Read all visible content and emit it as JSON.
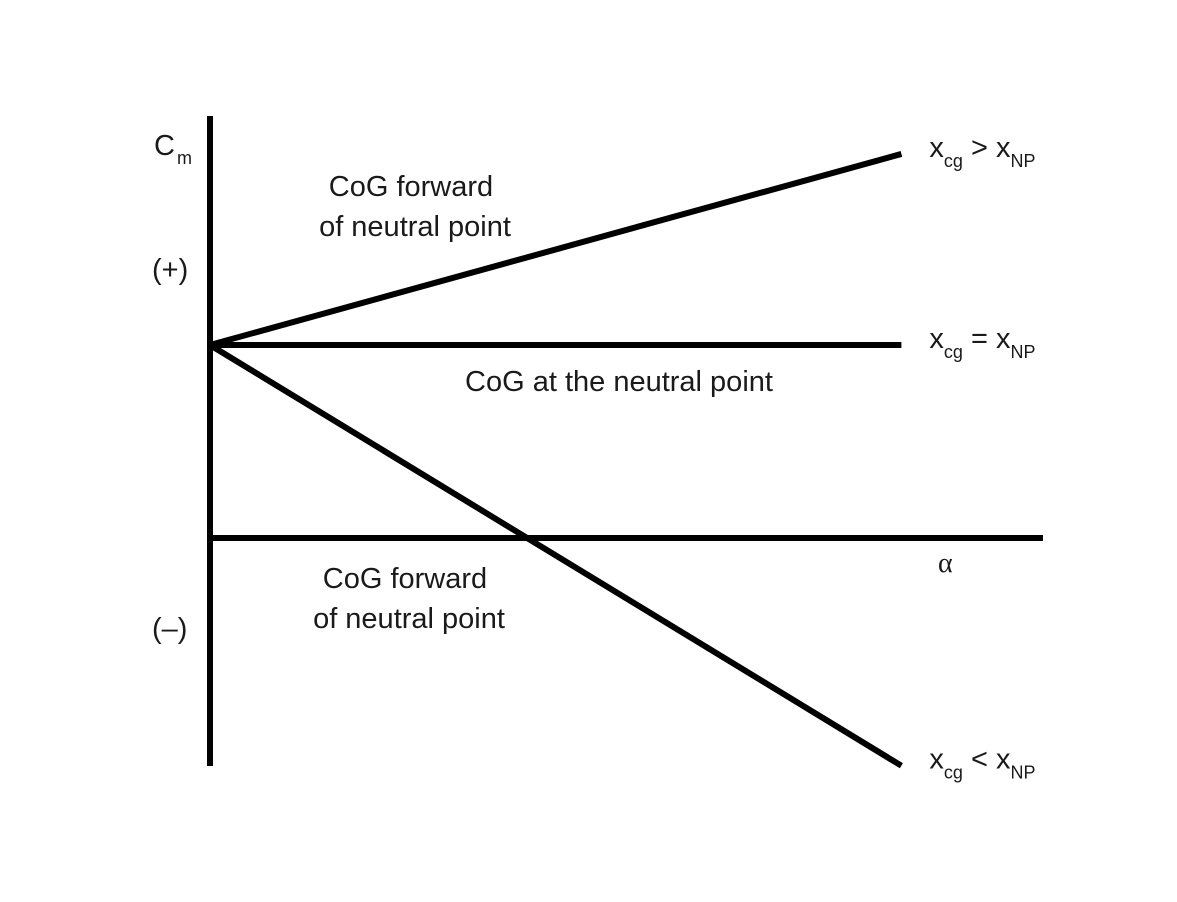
{
  "chart_data": {
    "type": "line",
    "title": "",
    "xlabel": "α",
    "ylabel": {
      "main": "C",
      "sub": "m"
    },
    "y_region_labels": {
      "positive": "(+)",
      "negative": "(–)"
    },
    "xlim": [
      0,
      1
    ],
    "ylim": [
      -1,
      1
    ],
    "grid": false,
    "legend": "none",
    "color": "#000000",
    "series": [
      {
        "label": {
          "a": "x",
          "a_sub": "cg",
          "op": ">",
          "b": "x",
          "b_sub": "NP"
        },
        "x": [
          0,
          0.83
        ],
        "y": [
          1,
          1.99
        ]
      },
      {
        "label": {
          "a": "x",
          "a_sub": "cg",
          "op": "=",
          "b": "x",
          "b_sub": "NP"
        },
        "x": [
          0,
          0.83
        ],
        "y": [
          1,
          1
        ]
      },
      {
        "label": {
          "a": "x",
          "a_sub": "cg",
          "op": "<",
          "b": "x",
          "b_sub": "NP"
        },
        "x": [
          0,
          0.83
        ],
        "y": [
          1,
          -1.18
        ]
      }
    ],
    "annotations": [
      {
        "lines": [
          "CoG forward",
          "of neutral point"
        ]
      },
      {
        "lines": [
          "CoG at the neutral point"
        ]
      },
      {
        "lines": [
          "CoG forward",
          "of neutral point"
        ]
      }
    ]
  }
}
